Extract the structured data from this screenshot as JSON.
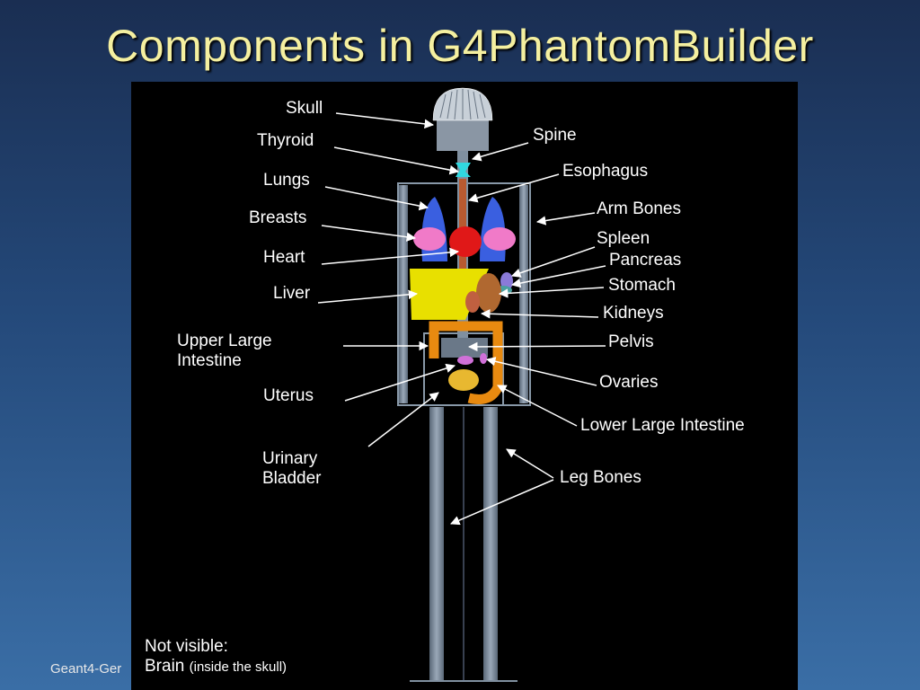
{
  "slide": {
    "title": "Components in G4PhantomBuilder",
    "footer": "Geant4-Ger"
  },
  "labels": {
    "skull": "Skull",
    "thyroid": "Thyroid",
    "lungs": "Lungs",
    "breasts": "Breasts",
    "heart": "Heart",
    "liver": "Liver",
    "upper_large_intestine_1": "Upper Large",
    "upper_large_intestine_2": "Intestine",
    "uterus": "Uterus",
    "urinary_bladder_1": "Urinary",
    "urinary_bladder_2": "Bladder",
    "spine": "Spine",
    "esophagus": "Esophagus",
    "arm_bones": "Arm Bones",
    "spleen": "Spleen",
    "pancreas": "Pancreas",
    "stomach": "Stomach",
    "kidneys": "Kidneys",
    "pelvis": "Pelvis",
    "ovaries": "Ovaries",
    "lower_large_intestine": "Lower Large Intestine",
    "leg_bones": "Leg Bones"
  },
  "note": {
    "line1": "Not visible:",
    "brain": "Brain",
    "detail": "(inside the skull)"
  },
  "colors": {
    "lungs": "#3a5fe0",
    "breasts": "#f07ac8",
    "heart": "#e01818",
    "liver": "#e8e000",
    "bone": "#8090a0",
    "intestine": "#e88a10",
    "thyroid": "#30d8e0",
    "uterus": "#e8b830",
    "ovaries": "#d070d8",
    "stomach": "#b06830",
    "arrow": "#ffffff"
  }
}
